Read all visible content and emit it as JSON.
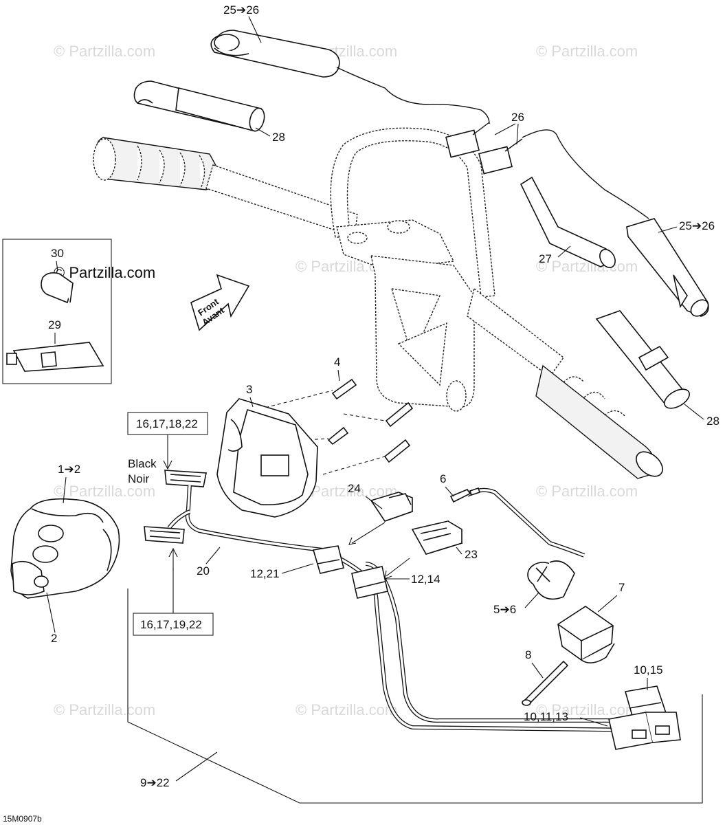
{
  "watermarks": [
    "© Partzilla.com"
  ],
  "inset_watermark": "© Partzilla.com",
  "diagram_code": "15M0907b",
  "front_arrow": {
    "line1": "Front",
    "line2": "Avant"
  },
  "connector_color": {
    "line1": "Black",
    "line2": "Noir"
  },
  "callouts": {
    "c25_26_top": "25➔26",
    "c28_top": "28",
    "c26": "26",
    "c27": "27",
    "c25_26_right": "25➔26",
    "c28_right": "28",
    "c30": "30",
    "c29": "29",
    "c4": "4",
    "c3": "3",
    "c16_17_18_22": "16,17,18,22",
    "c1_2": "1➔2",
    "c2": "2",
    "c24": "24",
    "c6": "6",
    "c23": "23",
    "c20": "20",
    "c12_21": "12,21",
    "c12_14": "12,14",
    "c16_17_19_22": "16,17,19,22",
    "c7": "7",
    "c5_6": "5➔6",
    "c8": "8",
    "c10_15": "10,15",
    "c10_11_13": "10,11,13",
    "c9_22": "9➔22"
  }
}
